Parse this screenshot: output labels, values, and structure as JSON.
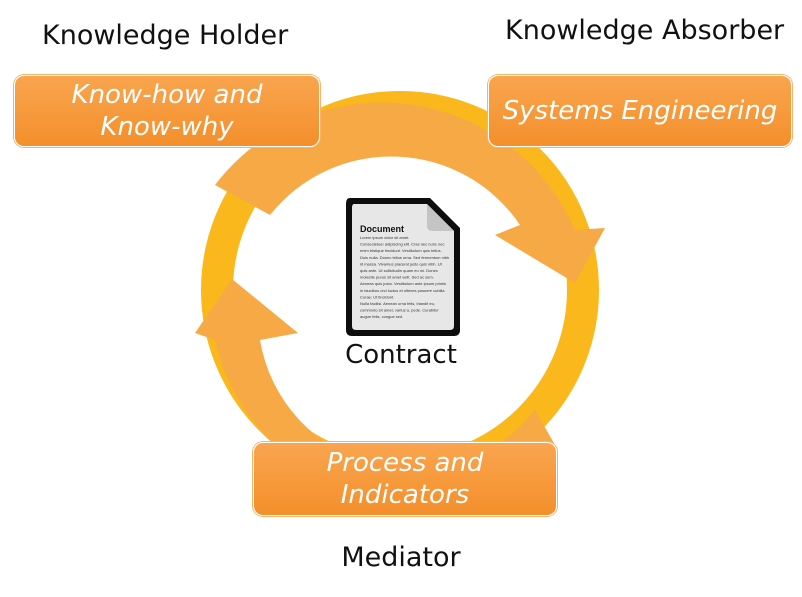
{
  "roles": {
    "holder": "Knowledge Holder",
    "absorber": "Knowledge Absorber",
    "mediator": "Mediator"
  },
  "boxes": {
    "holder": [
      "Know-how and",
      "Know-why"
    ],
    "absorber": [
      "Systems Engineering"
    ],
    "mediator": [
      "Process and",
      "Indicators"
    ]
  },
  "center": {
    "label": "Contract",
    "document_title": "Document",
    "document_lines": [
      "Lorem ipsum dolor sit amet.",
      "Consectetuer adipiscing elit. Cras nec nunc nec",
      "enim tristique tincidunt. Vestibulum quis tellus.",
      "Duis nulla. Donec tellus urna. Sed fermentum nibh",
      "id massa. Vivamus placerat justo quis nibh. Ut",
      "quis ante. Ut sollicitudin quam eu mi. Donec",
      "molestie purus sit amet velit. Sed ac sem.",
      "Aenean quis justo. Vestibulum ante ipsum primis",
      "in faucibus orci luctus et ultrices posuere cubilia",
      "Curae; Ut tincidunt.",
      "Nulla facilisi. Aenean urna felis, blandit eu,",
      "commodo sit amet, varius a, pede. Curabitur",
      "augue felis, congue sed."
    ]
  },
  "colors": {
    "ring": "#fbb81c",
    "arrow": "#f6a944",
    "box": "#f5952f",
    "box_text": "#ffffff"
  }
}
